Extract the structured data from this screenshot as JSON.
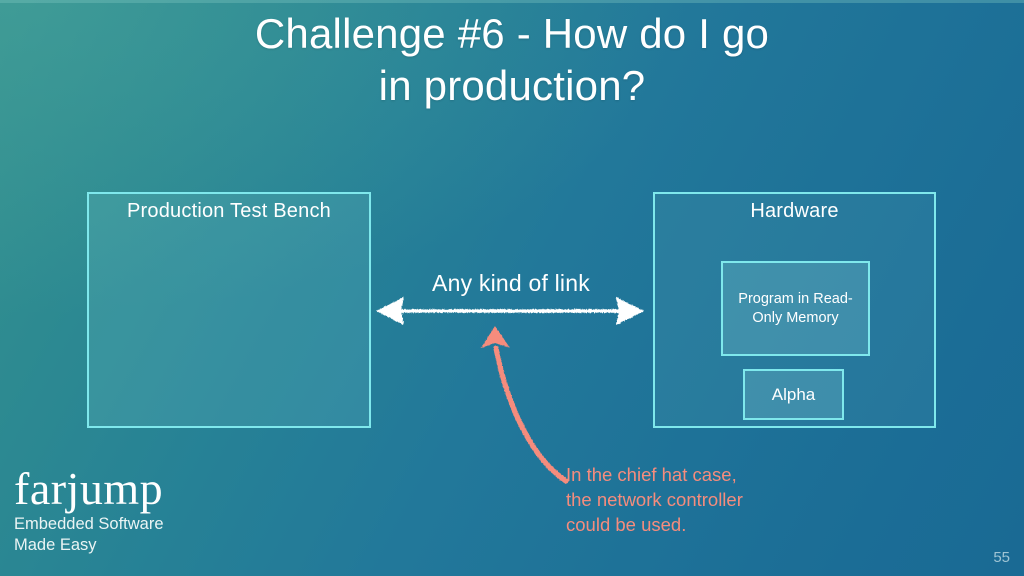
{
  "slide": {
    "title": "Challenge #6 - How do I go\nin production?",
    "page_number": "55",
    "background_from": "#35928f",
    "background_to": "#1a6a94",
    "box_border_color": "#7fe8ec",
    "accent_color": "#f58c7d",
    "text_color": "#ffffff"
  },
  "diagram": {
    "left_box": {
      "label": "Production Test Bench"
    },
    "right_box": {
      "label": "Hardware",
      "children": [
        {
          "label": "Program in Read-\nOnly Memory"
        },
        {
          "label": "Alpha"
        }
      ]
    },
    "link": {
      "label": "Any kind of link",
      "style": "double-headed-arrow"
    },
    "annotation": {
      "text": "In the chief hat case,\nthe network controller\ncould be used.",
      "color": "#f58c7d"
    }
  },
  "logo": {
    "word": "farjump",
    "tagline": "Embedded Software\nMade Easy"
  }
}
